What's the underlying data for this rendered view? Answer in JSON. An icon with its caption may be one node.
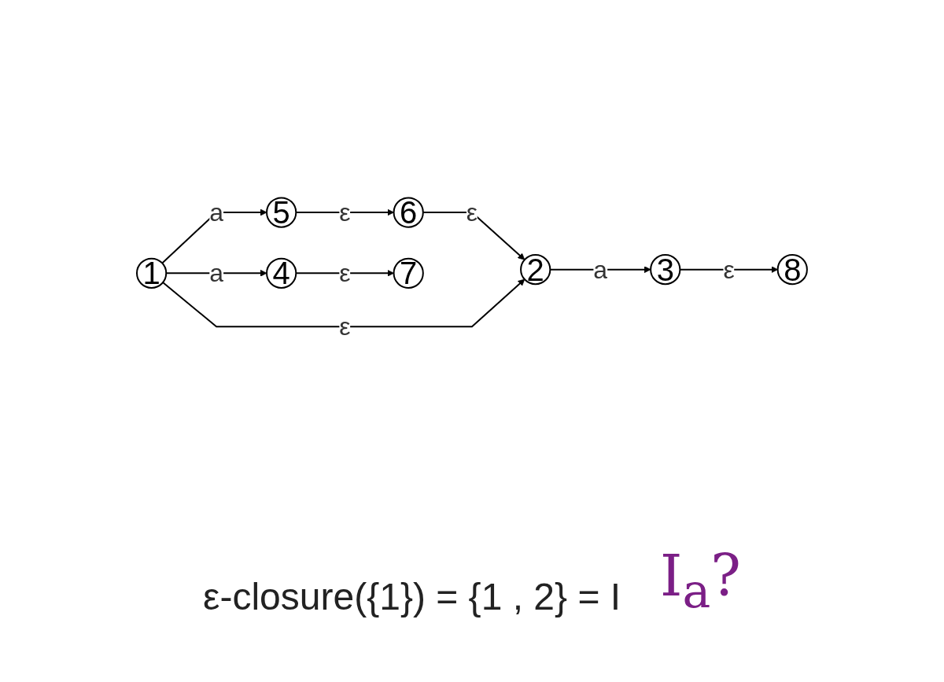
{
  "diagram": {
    "nodes": [
      {
        "text": [
          "5"
        ]
      },
      {
        "text": [
          "6"
        ]
      },
      {
        "text": [
          "1"
        ]
      },
      {
        "text": [
          "2"
        ]
      },
      {
        "text": [
          "3"
        ]
      },
      {
        "text": [
          "8"
        ]
      },
      {
        "text": [
          "4"
        ]
      },
      {
        "text": [
          "7"
        ]
      }
    ],
    "edges": [
      {
        "from": 2,
        "to": 0,
        "arrow": "to",
        "label": "a"
      },
      {
        "from": 0,
        "to": 1,
        "arrow": "to",
        "label": "ε"
      },
      {
        "from": 1,
        "to": 3,
        "arrow": "to",
        "label": "ε"
      },
      {
        "from": 2,
        "to": 3,
        "arrow": "to",
        "label": "ε"
      },
      {
        "from": 3,
        "to": 4,
        "arrow": "to",
        "label": "a"
      },
      {
        "from": 4,
        "to": 5,
        "arrow": "to",
        "label": "ε"
      },
      {
        "from": 2,
        "to": 6,
        "arrow": "to",
        "label": "a"
      },
      {
        "from": 6,
        "to": 7,
        "arrow": "to",
        "label": "ε"
      }
    ],
    "labels": [
      "ε-closure({1}) = {1 , 2} = I",
      "I$_{a}$?"
    ]
  }
}
